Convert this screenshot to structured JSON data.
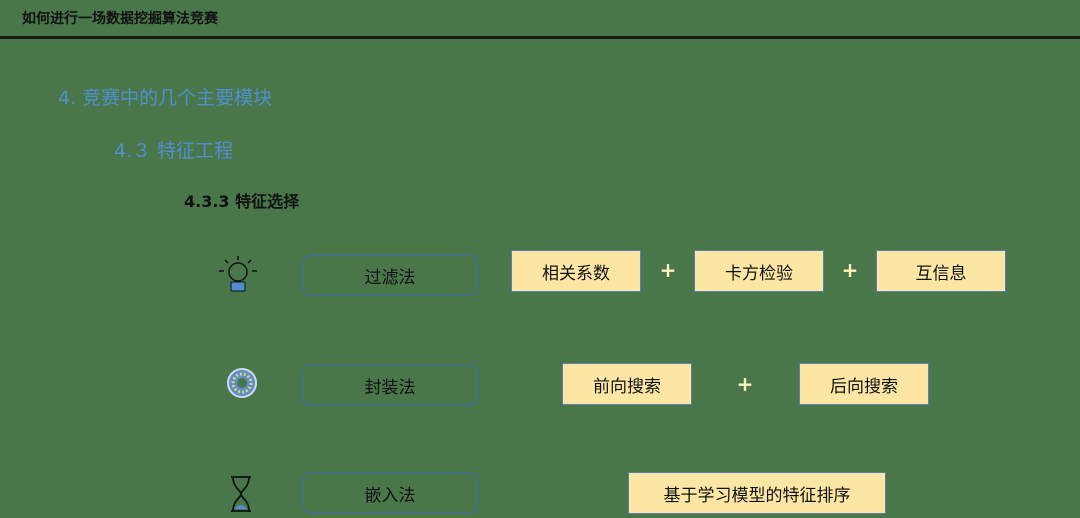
{
  "header": {
    "title": "如何进行一场数据挖掘算法竞赛"
  },
  "headings": {
    "h1": "4. 竞赛中的几个主要模块",
    "h2": "4.３ 特征工程",
    "h3": "4.3.3 特征选择"
  },
  "rows": [
    {
      "icon": "lightbulb-icon",
      "method": "过滤法",
      "techniques": [
        "相关系数",
        "卡方检验",
        "互信息"
      ]
    },
    {
      "icon": "target-ring-icon",
      "method": "封装法",
      "techniques": [
        "前向搜索",
        "后向搜索"
      ]
    },
    {
      "icon": "hourglass-icon",
      "method": "嵌入法",
      "techniques": [
        "基于学习模型的特征排序"
      ]
    }
  ],
  "plus_symbol": "+",
  "colors": {
    "background": "#4a774a",
    "heading": "#4f8fd0",
    "box_fill": "#fbe7a3",
    "box_border": "#5a7fb0"
  }
}
